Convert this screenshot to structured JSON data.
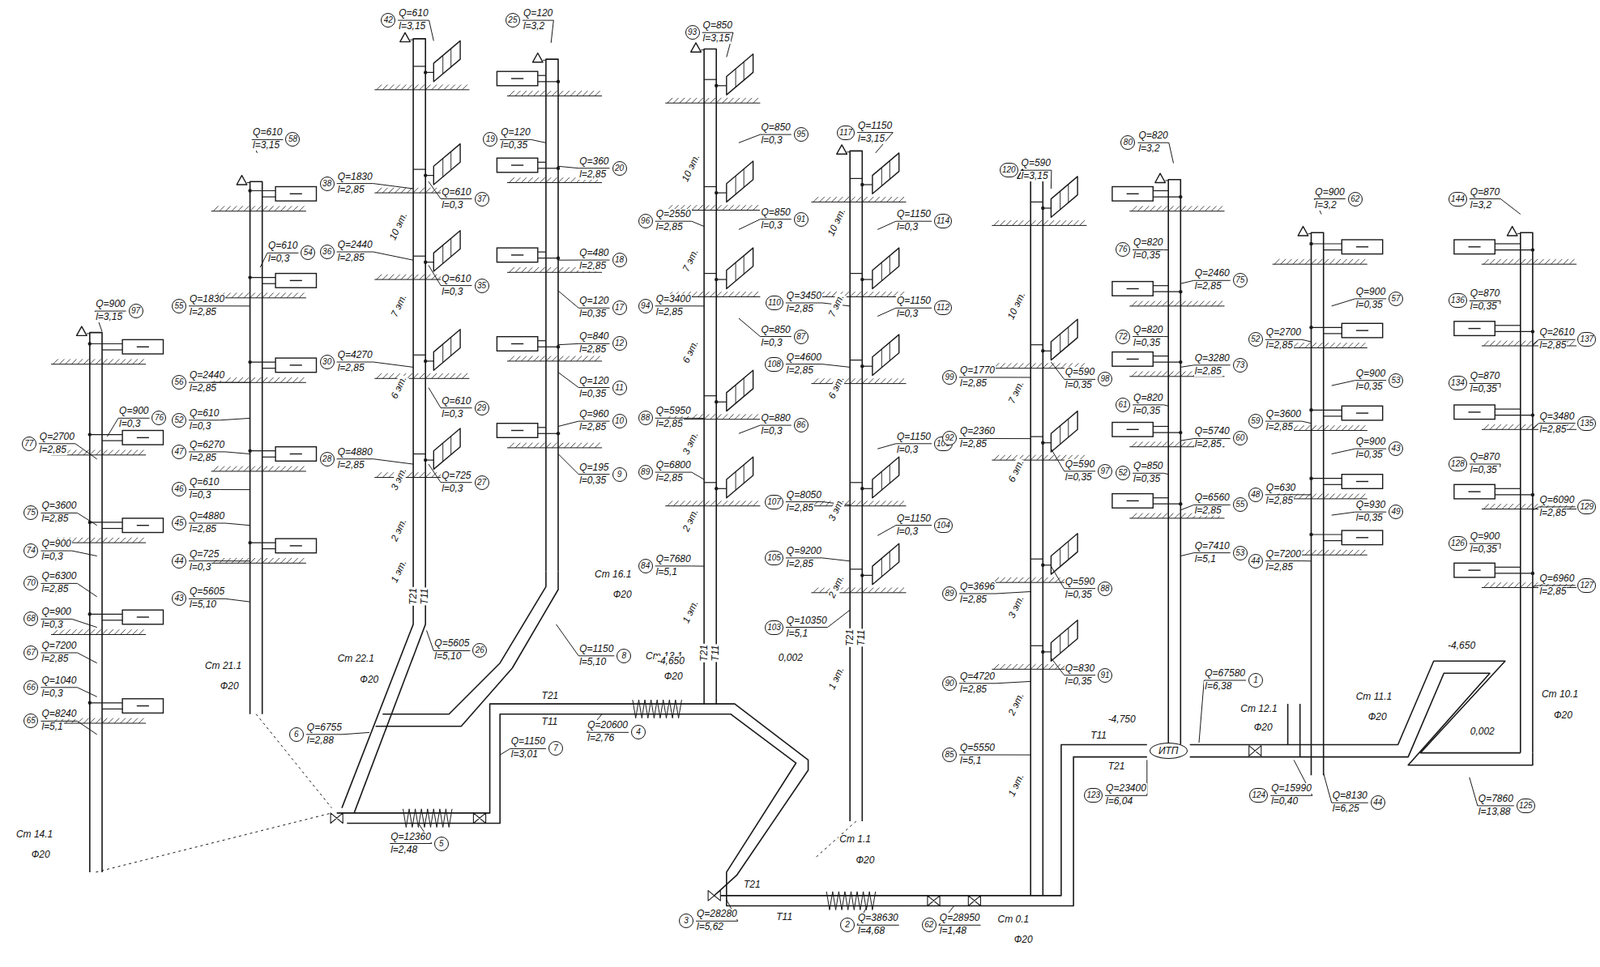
{
  "diagram": {
    "nodes": [
      {
        "text": [
          "ИТП"
        ]
      }
    ],
    "labels": [
      "Q=900",
      "l=3,15",
      "97",
      "Q=2700",
      "l=2,85",
      "77",
      "Q=900",
      "l=0,3",
      "76",
      "Q=3600",
      "l=2,85",
      "75",
      "Q=900",
      "l=0,3",
      "74",
      "Q=6300",
      "l=2,85",
      "70",
      "Q=900",
      "l=0,3",
      "68",
      "Q=7200",
      "l=2,85",
      "67",
      "Q=1040",
      "l=0,3",
      "66",
      "Q=8240",
      "l=5,1",
      "65",
      "Ст 14.1",
      "Ф20",
      "Q=610",
      "l=3,15",
      "58",
      "Q=610",
      "l=0,3",
      "54",
      "Q=1830",
      "l=2,85",
      "55",
      "Q=2440",
      "l=2,85",
      "56",
      "Q=610",
      "l=0,3",
      "52",
      "Q=6270",
      "l=2,85",
      "47",
      "Q=610",
      "l=0,3",
      "46",
      "Q=4880",
      "l=2,85",
      "45",
      "Q=725",
      "l=0,3",
      "44",
      "Q=5605",
      "l=5,10",
      "43",
      "Ст 21.1",
      "Ф20",
      "Q=610",
      "l=3,15",
      "42",
      "Q=1830",
      "l=2,85",
      "38",
      "Q=610",
      "l=0,3",
      "37",
      "Q=2440",
      "l=2,85",
      "36",
      "Q=610",
      "l=0,3",
      "35",
      "Q=4270",
      "l=2,85",
      "30",
      "Q=610",
      "l=0,3",
      "29",
      "Q=4880",
      "l=2,85",
      "28",
      "Q=725",
      "l=0,3",
      "27",
      "Q=5605",
      "l=5,10",
      "26",
      "Q=6755",
      "l=2,88",
      "6",
      "Ст 22.1",
      "Ф20",
      "10 эт.",
      "7 эт.",
      "6 эт.",
      "3 эт.",
      "2 эт.",
      "1 эт.",
      "Т21",
      "Т11",
      "Q=120",
      "l=3,2",
      "25",
      "Q=120",
      "l=0,35",
      "19",
      "Q=360",
      "l=2,85",
      "20",
      "Q=480",
      "l=2,85",
      "18",
      "Q=120",
      "l=0,35",
      "17",
      "Q=840",
      "l=2,85",
      "12",
      "Q=120",
      "l=0,35",
      "11",
      "Q=960",
      "l=2,85",
      "10",
      "Q=195",
      "l=0,35",
      "9",
      "Ст 16.1",
      "Ф20",
      "Q=1150",
      "l=5,10",
      "8",
      "Q=1150",
      "l=3,01",
      "7",
      "Q=850",
      "l=3,15",
      "93",
      "Q=850",
      "l=0,3",
      "95",
      "Q=2550",
      "l=2,85",
      "96",
      "Q=850",
      "l=0,3",
      "91",
      "Q=3400",
      "l=2,85",
      "94",
      "Q=850",
      "l=0,3",
      "87",
      "Q=5950",
      "l=2,85",
      "88",
      "Q=880",
      "l=0,3",
      "86",
      "Q=6800",
      "l=2,85",
      "89",
      "Q=7680",
      "l=5,1",
      "84",
      "Ст 13.1",
      "Ф20",
      "10 эт.",
      "7 эт.",
      "6 эт.",
      "3 эт.",
      "2 эт.",
      "1 эт.",
      "Т21",
      "Т11",
      "Q=1150",
      "l=3,15",
      "117",
      "Q=1150",
      "l=0,3",
      "114",
      "Q=3450",
      "l=2,85",
      "110",
      "Q=1150",
      "l=0,3",
      "112",
      "Q=4600",
      "l=2,85",
      "108",
      "Q=1150",
      "l=0,3",
      "109",
      "Q=8050",
      "l=2,85",
      "107",
      "Q=1150",
      "l=0,3",
      "104",
      "Q=9200",
      "l=2,85",
      "105",
      "Q=10350",
      "l=5,1",
      "103",
      "Ст 1.1",
      "Ф20",
      "10 эт.",
      "7 эт.",
      "6 эт.",
      "3 эт.",
      "2 эт.",
      "1 эт.",
      "Т21",
      "Т11",
      "Q=590",
      "l=3,15",
      "120",
      "Q=1770",
      "l=2,85",
      "99",
      "Q=590",
      "l=0,35",
      "98",
      "Q=2360",
      "l=2,85",
      "92",
      "Q=590",
      "l=0,35",
      "97",
      "Q=3696",
      "l=2,85",
      "89",
      "Q=590",
      "l=0,35",
      "88",
      "Q=4720",
      "l=2,85",
      "90",
      "Q=830",
      "l=0,35",
      "91",
      "Q=5550",
      "l=5,1",
      "85",
      "Ст 0.1",
      "Ф20",
      "10 эт.",
      "7 эт.",
      "6 эт.",
      "3 эт.",
      "2 эт.",
      "1 эт.",
      "Q=820",
      "l=3,2",
      "80",
      "Q=820",
      "l=0,35",
      "76",
      "Q=820",
      "l=0,35",
      "72",
      "Q=820",
      "l=0,35",
      "61",
      "Q=850",
      "l=0,35",
      "52",
      "Q=2460",
      "l=2,85",
      "75",
      "Q=3280",
      "l=2,85",
      "73",
      "Q=5740",
      "l=2,85",
      "60",
      "Q=6560",
      "l=2,85",
      "55",
      "Q=7410",
      "l=5,1",
      "53",
      "Q=67580",
      "l=6,38",
      "1",
      "-4,750",
      "Т11",
      "Т21",
      "Q=900",
      "l=3,2",
      "62",
      "Q=900",
      "l=0,35",
      "57",
      "Q=2700",
      "l=2,85",
      "52",
      "Q=900",
      "l=0,35",
      "53",
      "Q=3600",
      "l=2,85",
      "59",
      "Q=900",
      "l=0,35",
      "43",
      "Q=630",
      "l=2,85",
      "48",
      "Q=930",
      "l=0,35",
      "49",
      "Q=7200",
      "l=2,85",
      "44",
      "Ст 11.1",
      "Ф20",
      "Q=8130",
      "l=6,25",
      "44",
      "Ст 12.1",
      "Ф20",
      "Q=15990",
      "l=0,40",
      "124",
      "Q=23400",
      "l=6,04",
      "123",
      "Q=870",
      "l=3,2",
      "144",
      "Q=870",
      "l=0,35",
      "136",
      "Q=2610",
      "l=2,85",
      "137",
      "Q=870",
      "l=0,35",
      "134",
      "Q=3480",
      "l=2,85",
      "135",
      "Q=870",
      "l=0,35",
      "128",
      "Q=6090",
      "l=2,85",
      "129",
      "Q=900",
      "l=0,35",
      "126",
      "Q=6960",
      "l=2,85",
      "127",
      "Ст 10.1",
      "Ф20",
      "-4,650",
      "0,002",
      "Q=7860",
      "l=13,88",
      "125",
      "Q=12360",
      "l=2,48",
      "5",
      "Q=20600",
      "l=2,76",
      "4",
      "-4,650",
      "0,002",
      "Q=28280",
      "l=5,62",
      "3",
      "Q=38630",
      "l=4,68",
      "2",
      "Q=28950",
      "l=1,48",
      "62",
      "Т21",
      "Т11",
      "Т21",
      "Т11"
    ]
  }
}
